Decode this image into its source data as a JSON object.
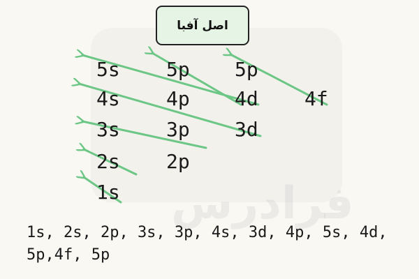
{
  "title": "اصل آفبا",
  "watermark": "فرادرس",
  "orbitals": {
    "r5s": "5s",
    "r5p": "5p",
    "r5p2": "5p",
    "r4s": "4s",
    "r4p": "4p",
    "r4d": "4d",
    "r4f": "4f",
    "r3s": "3s",
    "r3p": "3p",
    "r3d": "3d",
    "r2s": "2s",
    "r2p": "2p",
    "r1s": "1s"
  },
  "sequence": "1s, 2s, 2p, 3s, 3p, 4s, 3d, 4p, 5s, 4d, 5p,4f, 5p",
  "colors": {
    "arrow": "#6cc685",
    "box_fill": "#e5f4e4",
    "text": "#1a1a1a"
  }
}
